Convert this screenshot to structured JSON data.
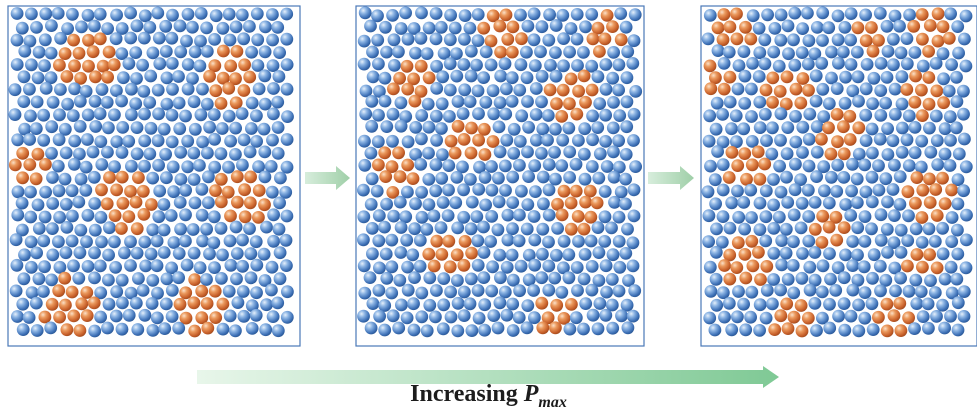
{
  "caption": {
    "text": "Increasing ",
    "symbol": "P",
    "subscript": "max"
  },
  "colors": {
    "matrix_particle": "#5b8fd0",
    "cluster_particle": "#dd7a3c",
    "panel_border": "#4a78b8",
    "arrow": "#9fd3a8"
  },
  "panels": [
    {
      "name": "panel-low-pmax",
      "cluster_count": 7
    },
    {
      "name": "panel-mid-pmax",
      "cluster_count": 9
    },
    {
      "name": "panel-high-pmax",
      "cluster_count": 14
    }
  ]
}
